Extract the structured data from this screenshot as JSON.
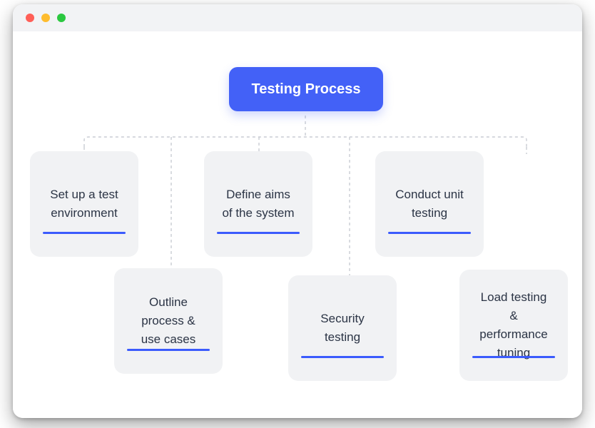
{
  "window": {
    "titlebar": {
      "buttons": [
        {
          "name": "close-button",
          "color": "#ff5f57"
        },
        {
          "name": "minimize-button",
          "color": "#febc2e"
        },
        {
          "name": "maximize-button",
          "color": "#2bc840"
        }
      ]
    }
  },
  "colors": {
    "root_fill": "#4361f7",
    "root_text": "#ffffff",
    "node_fill": "#f1f2f4",
    "node_text": "#2b3445",
    "accent_underline": "#3b5bfd",
    "connector": "#c9ccd3",
    "canvas": "#ffffff",
    "titlebar": "#f2f3f5"
  },
  "diagram": {
    "type": "tree",
    "root": {
      "id": "root",
      "label": "Testing Process"
    },
    "children": [
      {
        "id": "node-1",
        "label": "Set up a test\nenvironment"
      },
      {
        "id": "node-2",
        "label": "Outline\nprocess &\nuse cases"
      },
      {
        "id": "node-3",
        "label": "Define aims\nof the system"
      },
      {
        "id": "node-4",
        "label": "Security\ntesting"
      },
      {
        "id": "node-5",
        "label": "Conduct unit\ntesting"
      },
      {
        "id": "node-6",
        "label": "Load testing\n&\nperformance\ntuning"
      }
    ]
  }
}
